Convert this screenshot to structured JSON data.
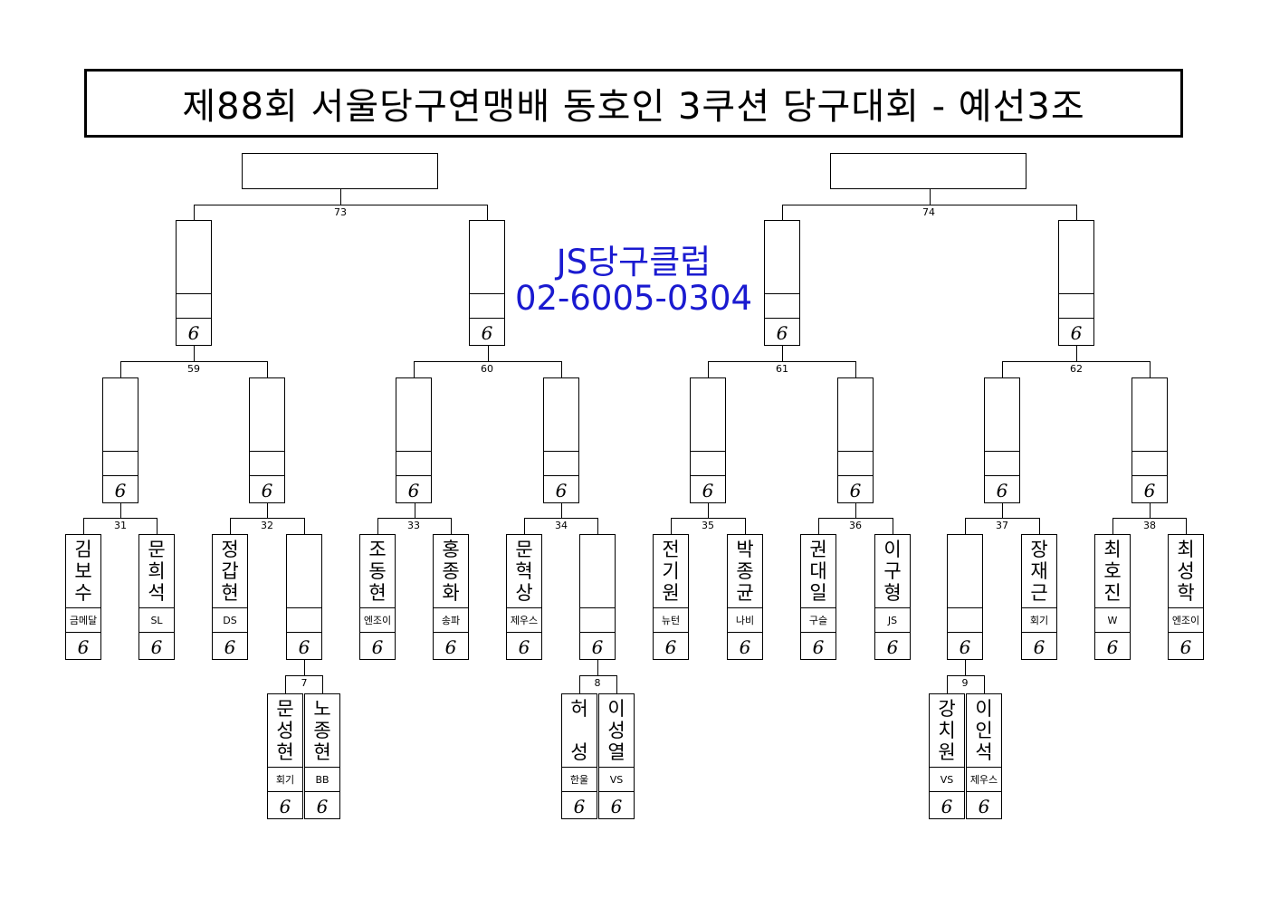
{
  "title": "제88회 서울당구연맹배 동호인 3쿠션 당구대회 - 예선3조",
  "sponsor": {
    "name": "JS당구클럽",
    "phone": "02-6005-0304"
  },
  "score_mark": "6",
  "round_labels": {
    "final": [
      "73",
      "74"
    ],
    "semi": [
      "59",
      "60",
      "61",
      "62"
    ],
    "quarter": [
      "31",
      "32",
      "33",
      "34",
      "35",
      "36",
      "37",
      "38"
    ],
    "prelim": [
      "7",
      "8",
      "9"
    ]
  },
  "players": {
    "p1": {
      "name": "김보수",
      "club": "금메달"
    },
    "p2": {
      "name": "문희석",
      "club": "SL"
    },
    "p3": {
      "name": "정갑현",
      "club": "DS"
    },
    "p5": {
      "name": "조동현",
      "club": "엔조이"
    },
    "p6": {
      "name": "홍종화",
      "club": "송파"
    },
    "p7": {
      "name": "문혁상",
      "club": "제우스"
    },
    "p9": {
      "name": "전기원",
      "club": "뉴턴"
    },
    "p10": {
      "name": "박종균",
      "club": "나비"
    },
    "p11": {
      "name": "권대일",
      "club": "구슬"
    },
    "p12": {
      "name": "이구형",
      "club": "JS"
    },
    "p14": {
      "name": "장재근",
      "club": "회기"
    },
    "p15": {
      "name": "최호진",
      "club": "W"
    },
    "p16": {
      "name": "최성학",
      "club": "엔조이"
    },
    "q1": {
      "name": "문성현",
      "club": "회기"
    },
    "q2": {
      "name": "노종현",
      "club": "BB"
    },
    "q3": {
      "name": "허 성",
      "club": "한울"
    },
    "q4": {
      "name": "이성열",
      "club": "VS"
    },
    "q5": {
      "name": "강치원",
      "club": "VS"
    },
    "q6": {
      "name": "이인석",
      "club": "제우스"
    }
  }
}
